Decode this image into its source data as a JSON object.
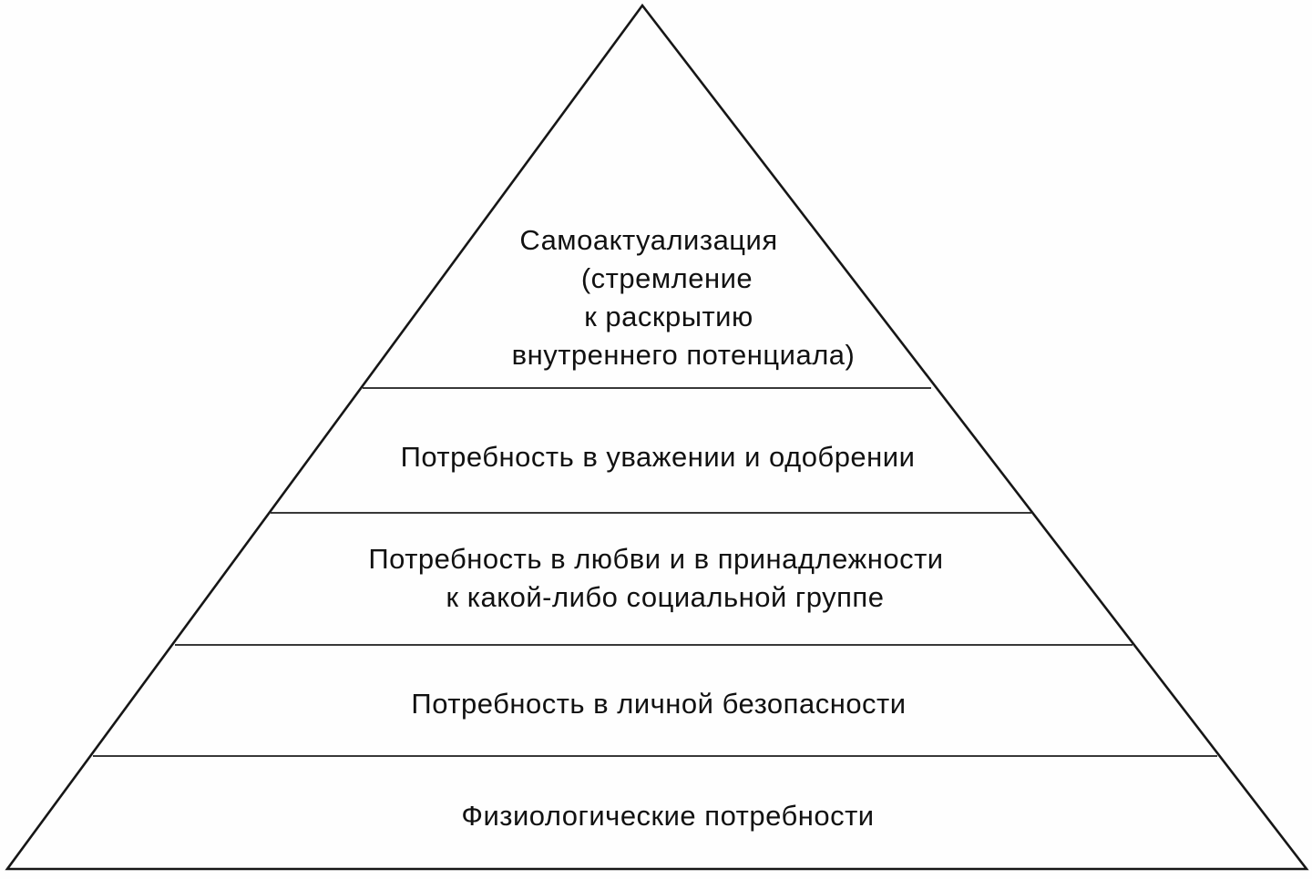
{
  "diagram": {
    "type": "pyramid",
    "subject": "hierarchy-of-needs",
    "colors": {
      "background": "#fefefe",
      "stroke": "#161616",
      "text": "#111111"
    },
    "levels": [
      {
        "id": "self-actualization",
        "position": "top",
        "lines": {
          "0": "Самоактуализация",
          "1": "(стремление",
          "2": "к раскрытию",
          "3": "внутреннего потенциала)"
        }
      },
      {
        "id": "esteem",
        "position": "second",
        "lines": {
          "0": "Потребность в уважении и одобрении"
        }
      },
      {
        "id": "love-belonging",
        "position": "third",
        "lines": {
          "0": "Потребность в любви и в принадлежности",
          "1": "к какой-либо социальной группе"
        }
      },
      {
        "id": "safety",
        "position": "fourth",
        "lines": {
          "0": "Потребность в личной безопасности"
        }
      },
      {
        "id": "physiological",
        "position": "bottom",
        "lines": {
          "0": "Физиологические потребности"
        }
      }
    ]
  }
}
